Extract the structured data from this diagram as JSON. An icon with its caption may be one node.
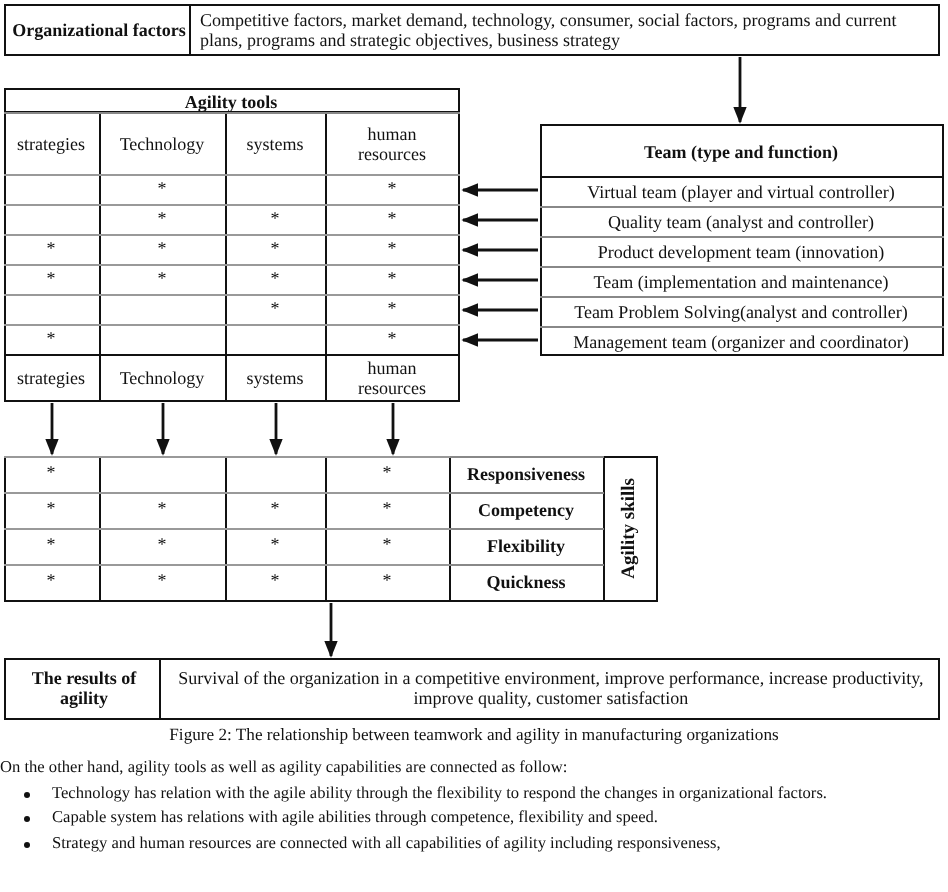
{
  "diagram": {
    "nodes": [
      {
        "text": [
          "Organizational factors",
          "Competitive factors, market demand, technology, consumer, social factors, programs and current plans, programs and strategic objectives, business strategy"
        ]
      },
      {
        "text": [
          "Agility tools"
        ]
      },
      {
        "text": [
          "strategies"
        ],
        "in": 1
      },
      {
        "text": [
          "Technology"
        ],
        "in": 1
      },
      {
        "text": [
          "systems"
        ],
        "in": 1
      },
      {
        "text": [
          "human resources"
        ],
        "in": 1
      },
      {
        "text": [
          "*",
          "*"
        ],
        "in": 1
      },
      {
        "text": [
          "*",
          "*",
          "*"
        ],
        "in": 1
      },
      {
        "text": [
          "*",
          "*",
          "*",
          "*"
        ],
        "in": 1
      },
      {
        "text": [
          "*",
          "*",
          "*",
          "*"
        ],
        "in": 1
      },
      {
        "text": [
          "*",
          "*"
        ],
        "in": 1
      },
      {
        "text": [
          "*",
          "*"
        ],
        "in": 1
      },
      {
        "text": [
          "strategies"
        ],
        "in": 1
      },
      {
        "text": [
          "Technology"
        ],
        "in": 1
      },
      {
        "text": [
          "systems"
        ],
        "in": 1
      },
      {
        "text": [
          "human resources"
        ],
        "in": 1
      },
      {
        "text": [
          "Team (type and function)"
        ]
      },
      {
        "text": [
          "Virtual team (player and virtual controller)"
        ],
        "in": 16
      },
      {
        "text": [
          "Quality team (analyst and  controller)"
        ],
        "in": 16
      },
      {
        "text": [
          "Product development team (innovation)"
        ],
        "in": 16
      },
      {
        "text": [
          "Team (implementation and maintenance)"
        ],
        "in": 16
      },
      {
        "text": [
          "Team Problem Solving(analyst and controller)"
        ],
        "in": 16
      },
      {
        "text": [
          "Management team (organizer and coordinator)"
        ],
        "in": 16
      },
      {
        "text": [
          "Agility skills"
        ]
      },
      {
        "text": [
          "*",
          "*"
        ],
        "in": 23
      },
      {
        "text": [
          "Responsiveness"
        ],
        "in": 23
      },
      {
        "text": [
          "*",
          "*",
          "*",
          "*"
        ],
        "in": 23
      },
      {
        "text": [
          "Competency"
        ],
        "in": 23
      },
      {
        "text": [
          "*",
          "*",
          "*",
          "*"
        ],
        "in": 23
      },
      {
        "text": [
          "Flexibility"
        ],
        "in": 23
      },
      {
        "text": [
          "*",
          "*",
          "*",
          "*"
        ],
        "in": 23
      },
      {
        "text": [
          "Quickness"
        ],
        "in": 23
      },
      {
        "text": [
          "The results of agility",
          "Survival of the organization in a competitive environment, improve performance, increase productivity, improve quality, customer satisfaction"
        ]
      }
    ],
    "edges": [
      {
        "from": 0,
        "to": 16,
        "arrow": "to"
      },
      {
        "from": 17,
        "to": 6,
        "arrow": "to"
      },
      {
        "from": 18,
        "to": 7,
        "arrow": "to"
      },
      {
        "from": 19,
        "to": 8,
        "arrow": "to"
      },
      {
        "from": 20,
        "to": 9,
        "arrow": "to"
      },
      {
        "from": 21,
        "to": 10,
        "arrow": "to"
      },
      {
        "from": 22,
        "to": 11,
        "arrow": "to"
      },
      {
        "from": 12,
        "to": 23,
        "arrow": "to"
      },
      {
        "from": 13,
        "to": 23,
        "arrow": "to"
      },
      {
        "from": 14,
        "to": 23,
        "arrow": "to"
      },
      {
        "from": 15,
        "to": 23,
        "arrow": "to"
      },
      {
        "from": 23,
        "to": 32,
        "arrow": "to"
      }
    ],
    "caption": "Figure 2: The relationship between teamwork and agility in manufacturing organizations",
    "labels": [
      "On the other hand, agility tools as well as agility capabilities are connected as follow:",
      "Technology has relation with the agile ability through the flexibility to respond the changes in organizational factors.",
      "Capable system has relations with agile abilities through competence, flexibility and speed.",
      "Strategy and human resources are connected with all capabilities of agility including responsiveness,"
    ]
  }
}
